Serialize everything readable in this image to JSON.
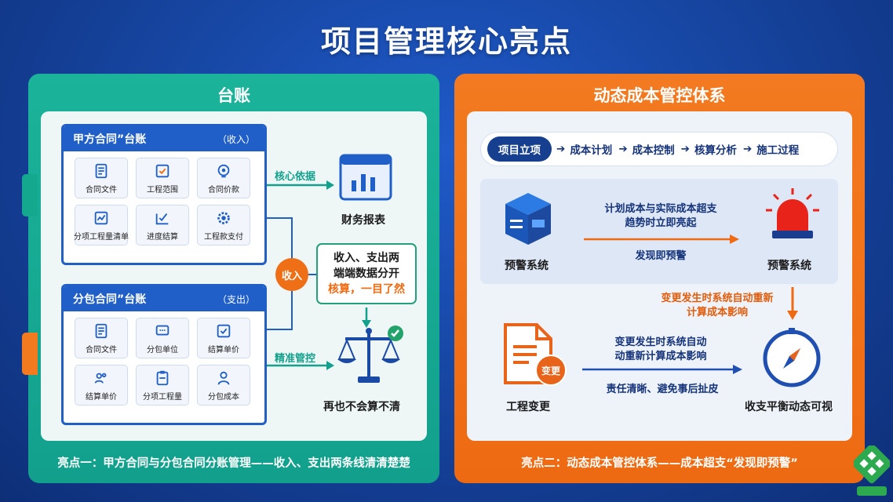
{
  "title": "项目管理核心亮点",
  "left": {
    "title": "台账",
    "footer": "亮点一：甲方合同与分包合同分账管理——收入、支出两条线清清楚楚",
    "ledger_a": {
      "title": "甲方合同”台账",
      "tag": "（收入）",
      "items": [
        {
          "label": "合同文件",
          "icon": "document-icon"
        },
        {
          "label": "工程范围",
          "icon": "checklist-icon"
        },
        {
          "label": "合同价款",
          "icon": "money-shield-icon"
        },
        {
          "label": "分项工程量清单",
          "icon": "chart-line-icon"
        },
        {
          "label": "进度结算",
          "icon": "progress-check-icon"
        },
        {
          "label": "工程款支付",
          "icon": "gear-icon"
        }
      ]
    },
    "ledger_b": {
      "title": "分包合同”台账",
      "tag": "（支出）",
      "items": [
        {
          "label": "合同文件",
          "icon": "document-icon"
        },
        {
          "label": "分包单位",
          "icon": "chat-icon"
        },
        {
          "label": "结算单价",
          "icon": "checkbox-icon"
        },
        {
          "label": "结算单价",
          "icon": "people-icon"
        },
        {
          "label": "分项工程量",
          "icon": "clipboard-icon"
        },
        {
          "label": "分包成本",
          "icon": "person-icon"
        }
      ]
    },
    "core_basis": "核心依据",
    "financial_report": "财务报表",
    "income_badge": "收入",
    "middle_box": {
      "line1": "收入、支出两",
      "line2": "端端数据分开",
      "line3": "核算，一目了然"
    },
    "precise_control": "精准管控",
    "no_confusion": "再也不会算不清"
  },
  "right": {
    "title": "动态成本管控体系",
    "footer": "亮点二：动态成本管控体系——成本超支“发现即预警”",
    "flow": {
      "first": "项目立项",
      "steps": [
        "成本计划",
        "成本控制",
        "核算分析",
        "施工过程"
      ],
      "arrow": "➔"
    },
    "warn": {
      "left_label": "预警系统",
      "right_label": "预警系统",
      "top_line1": "计划成本与实际成本超支",
      "top_line2": "趋势时立即亮起",
      "bottom": "发现即预警"
    },
    "auto_recalc": {
      "line1": "变更发生时系统自动重新",
      "line2": "计算成本影响"
    },
    "change": {
      "badge": "变更",
      "label": "工程变更",
      "line1": "变更发生时系统自动",
      "line2": "动重新计算成本影响",
      "bottom": "责任清晰、避免事后扯皮"
    },
    "balance_label": "收支平衡动态可视"
  },
  "colors": {
    "teal": "#1bb39a",
    "orange": "#f37a20",
    "blue": "#1f5fc7",
    "navy": "#15337a"
  }
}
